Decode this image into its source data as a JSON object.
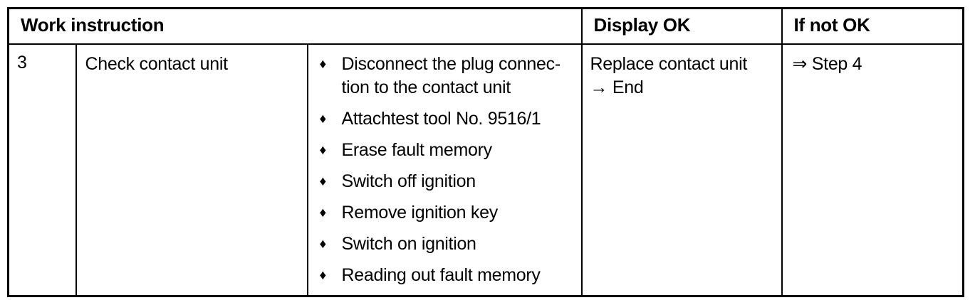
{
  "table": {
    "header": {
      "work_instruction": "Work instruction",
      "display_ok": "Display OK",
      "if_not_ok": "If not OK"
    },
    "row": {
      "step": "3",
      "task": "Check contact unit",
      "bullet_glyph": "♦",
      "actions": [
        "Disconnect the plug connec-\ntion to the contact unit",
        "Attachtest tool No. 9516/1",
        "Erase fault memory",
        "Switch off ignition",
        "Remove ignition key",
        "Switch on ignition",
        "Reading out fault memory"
      ],
      "display_ok": "Replace contact unit\n→ End",
      "if_not_ok": "⇒ Step 4"
    }
  }
}
